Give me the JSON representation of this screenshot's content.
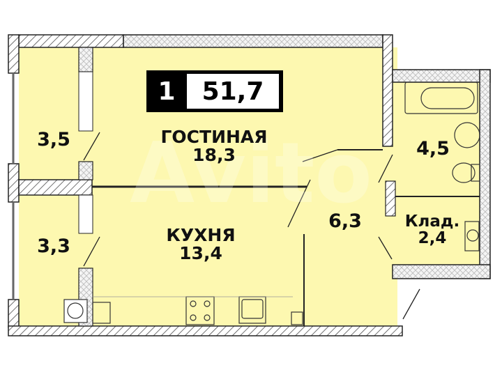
{
  "floorplan": {
    "rooms_count": "1",
    "total_area": "51,7",
    "colors": {
      "floor_fill": "#fdf8b0",
      "wall_line": "#222222",
      "hatch": "#444444",
      "badge_bg": "#000000",
      "badge_fg": "#ffffff",
      "background": "#ffffff"
    },
    "rooms": [
      {
        "id": "living",
        "name": "ГОСТИНАЯ",
        "area": "18,3"
      },
      {
        "id": "kitchen",
        "name": "КУХНЯ",
        "area": "13,4"
      },
      {
        "id": "balcony-top",
        "name": "",
        "area": "3,5"
      },
      {
        "id": "balcony-bottom",
        "name": "",
        "area": "3,3"
      },
      {
        "id": "hallway",
        "name": "",
        "area": "6,3"
      },
      {
        "id": "bathroom",
        "name": "",
        "area": "4,5"
      },
      {
        "id": "storage",
        "name": "Клад.",
        "area": "2,4"
      }
    ],
    "watermark": "Avito"
  }
}
